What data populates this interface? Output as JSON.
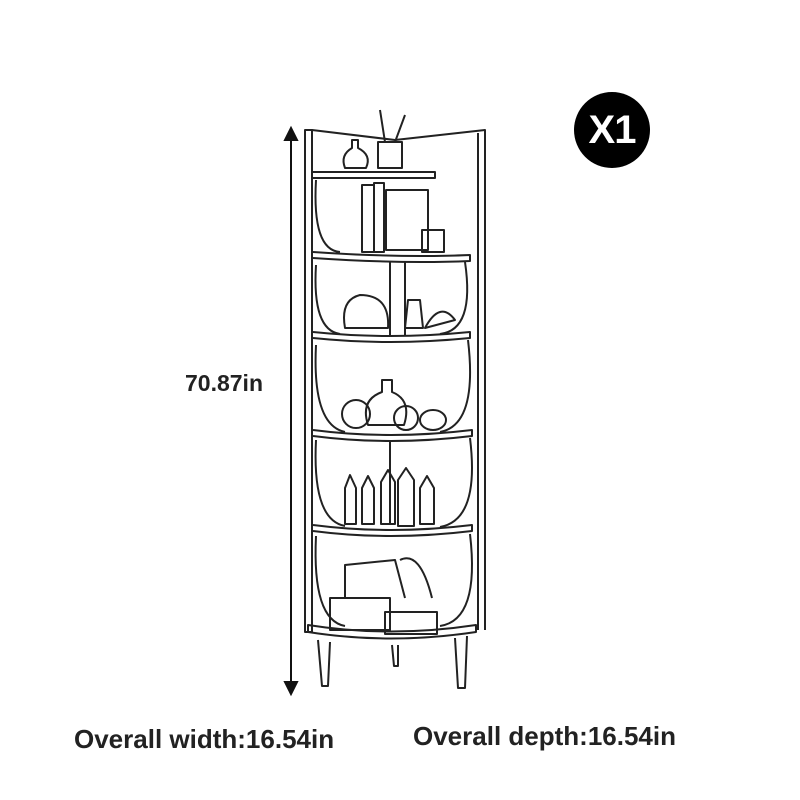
{
  "quantity_badge": "X1",
  "dimensions": {
    "height": "70.87in",
    "width": "Overall width:16.54in",
    "depth": "Overall depth:16.54in"
  }
}
